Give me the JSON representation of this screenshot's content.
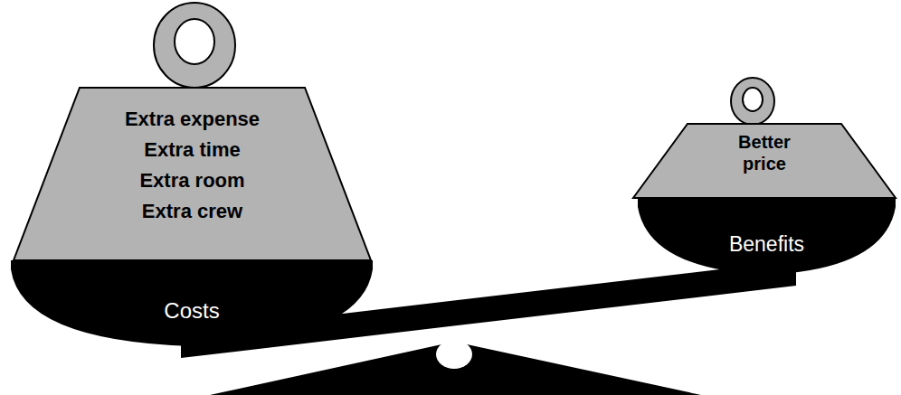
{
  "diagram": {
    "nodes": [
      {
        "text": [
          "Extra expense",
          "Extra time",
          "Extra room",
          "Extra crew"
        ]
      },
      {
        "text": [
          "Better price"
        ]
      },
      {
        "text": [
          "Costs"
        ]
      },
      {
        "text": [
          "Benefits"
        ]
      }
    ]
  }
}
